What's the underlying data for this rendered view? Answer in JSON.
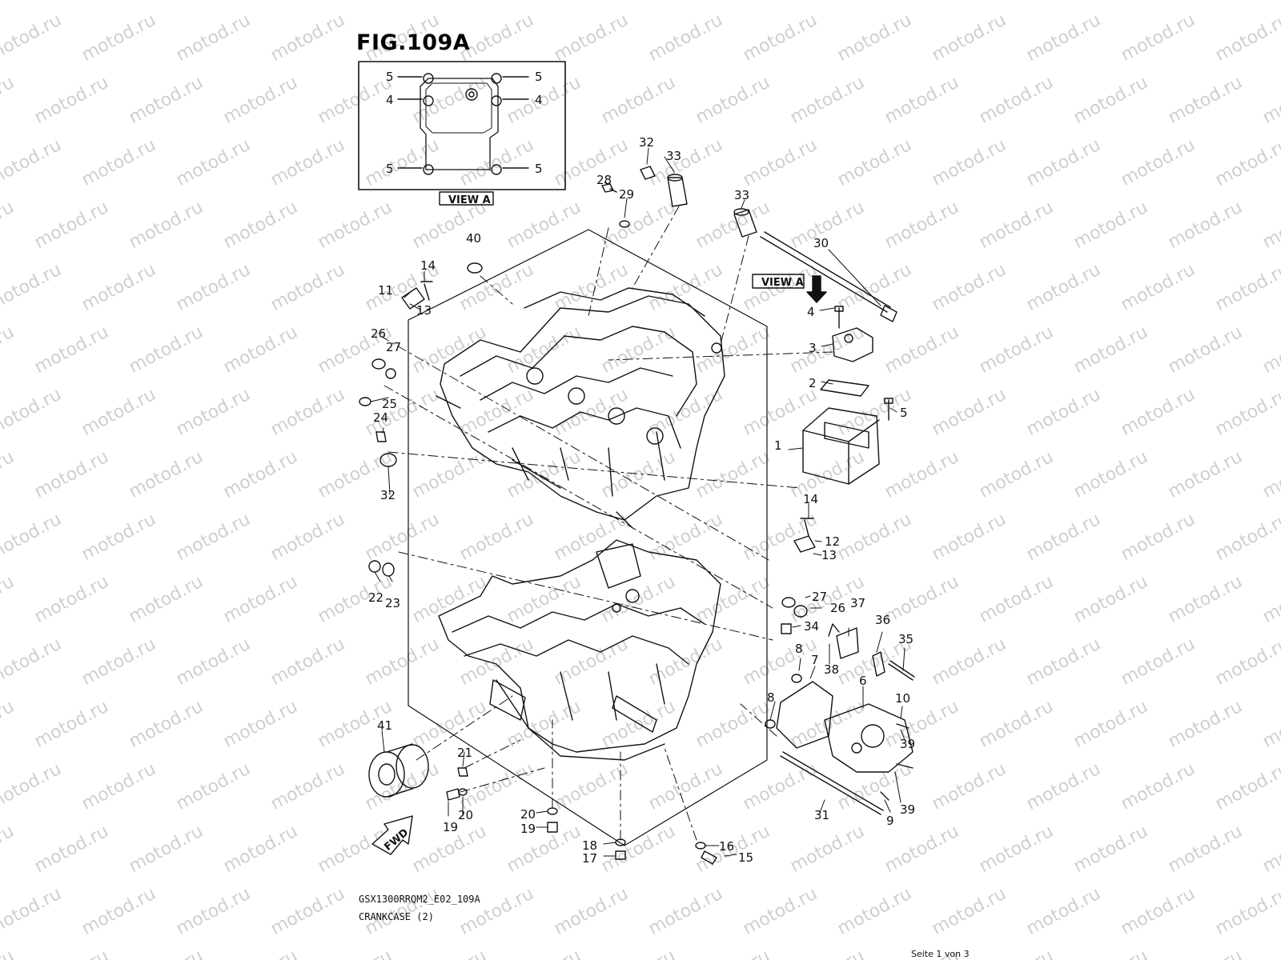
{
  "watermark": {
    "text": "motod.ru",
    "color": "#cfcfcf"
  },
  "figure": {
    "title": "FIG.109A",
    "view_box_label": "VIEW A",
    "view_arrow_label": "VIEW A",
    "fwd_label": "FWD",
    "model_code": "GSX1300RRQM2_E02_109A",
    "section_name": "CRANKCASE (2)",
    "page_footer": "Seite 1 von 3"
  },
  "callouts": {
    "c1": "1",
    "c2": "2",
    "c3": "3",
    "c4": "4",
    "c5": "5",
    "c6": "6",
    "c7": "7",
    "c8": "8",
    "c9": "9",
    "c10": "10",
    "c11": "11",
    "c12": "12",
    "c13": "13",
    "c14": "14",
    "c15": "15",
    "c16": "16",
    "c17": "17",
    "c18": "18",
    "c19": "19",
    "c20": "20",
    "c21": "21",
    "c22": "22",
    "c23": "23",
    "c24": "24",
    "c25": "25",
    "c26": "26",
    "c27": "27",
    "c28": "28",
    "c29": "29",
    "c30": "30",
    "c31": "31",
    "c32": "32",
    "c33": "33",
    "c34": "34",
    "c35": "35",
    "c36": "36",
    "c37": "37",
    "c38": "38",
    "c39": "39",
    "c40": "40",
    "c41": "41"
  }
}
